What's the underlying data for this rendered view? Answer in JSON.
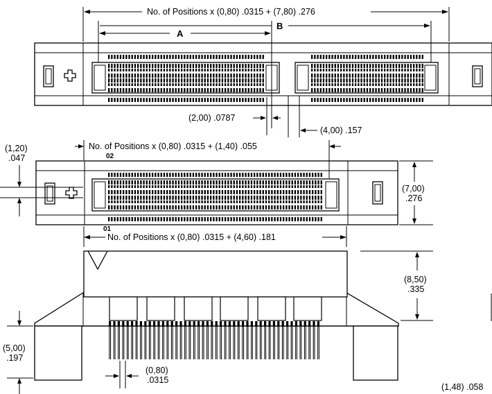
{
  "top_view": {
    "dim_overall": "No. of Positions x (0,80) .0315 + (7,80) .276",
    "label_a": "A",
    "label_b": "B",
    "dim_gap_small": "(2,00) .0787",
    "dim_gap_large": "(4,00) .157"
  },
  "middle_view": {
    "dim_left_top": "(1,20)",
    "dim_left_bottom": ".047",
    "dim_width": "No. of Positions x (0,80) .0315 + (1,40) .055",
    "pin_top": "02",
    "pin_bottom": "01",
    "dim_height_top": "(7,00)",
    "dim_height_bottom": ".276",
    "dim_lower": "No. of Positions x (0,80) .0315 + (4,60) .181"
  },
  "side_view": {
    "dim_height_top": "(8,50)",
    "dim_height_bottom": ".335",
    "dim_leg_top": "(5,00)",
    "dim_leg_bottom": ".197",
    "dim_pitch_top": "(0,80)",
    "dim_pitch_bottom": ".0315",
    "dim_corner": "(1,48) .058"
  }
}
